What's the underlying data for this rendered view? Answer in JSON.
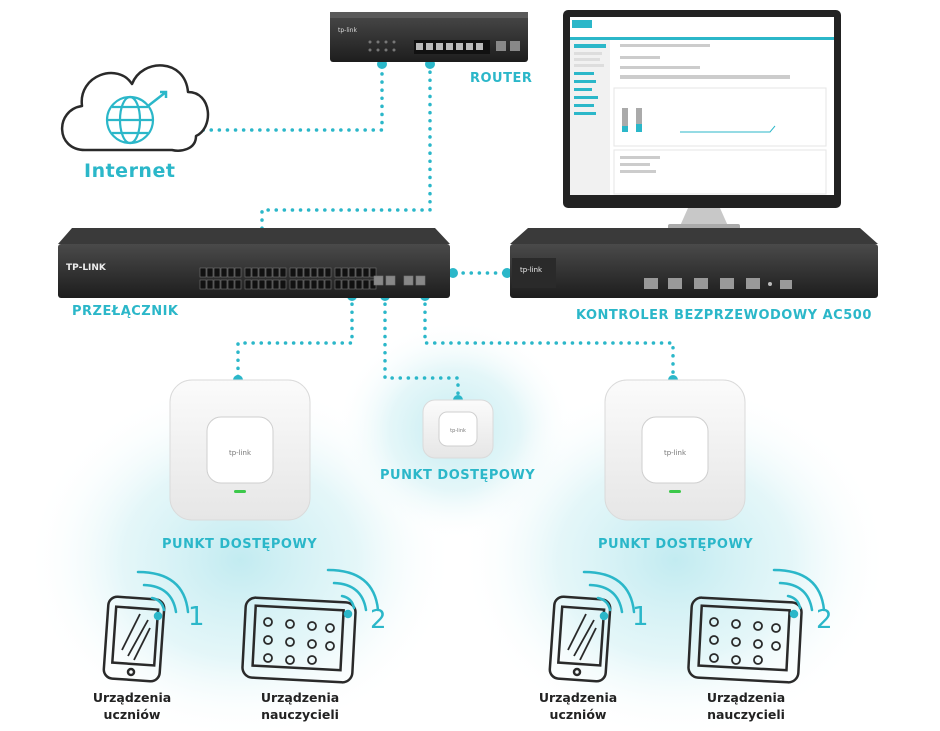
{
  "labels": {
    "internet": "Internet",
    "router": "ROUTER",
    "switch": "PRZEŁĄCZNIK",
    "controller": "KONTROLER BEZPRZEWODOWY AC500",
    "ap_left": "PUNKT DOSTĘPOWY",
    "ap_center": "PUNKT DOSTĘPOWY",
    "ap_right": "PUNKT DOSTĘPOWY"
  },
  "device_groups": [
    {
      "phone": "Urządzenia uczniów",
      "tablet": "Urządzenia nauczycieli",
      "phone_number": "1",
      "tablet_number": "2"
    },
    {
      "phone": "Urządzenia uczniów",
      "tablet": "Urządzenia nauczycieli",
      "phone_number": "1",
      "tablet_number": "2"
    }
  ],
  "brand": {
    "router_logo": "tp-link",
    "switch_logo": "TP-LINK",
    "controller_logo": "tp-link",
    "ap_logo": "tp-link"
  },
  "colors": {
    "accent": "#2bb7c9",
    "device_dark": "#2a2a2a",
    "ap_body": "#f4f4f4",
    "status_led": "#3cc84a"
  },
  "icons": [
    "globe-icon",
    "cloud-icon",
    "phone-icon",
    "tablet-icon",
    "wifi-signal-icon"
  ]
}
